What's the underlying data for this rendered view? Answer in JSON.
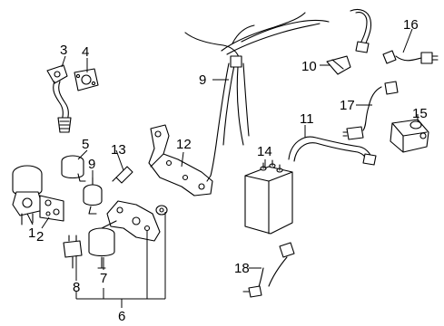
{
  "diagram": {
    "callouts": {
      "c1": "1",
      "c2": "2",
      "c3": "3",
      "c4": "4",
      "c5": "5",
      "c6": "6",
      "c7": "7",
      "c8": "8",
      "c9a": "9",
      "c9b": "9",
      "c10": "10",
      "c11": "11",
      "c12": "12",
      "c13": "13",
      "c14": "14",
      "c15": "15",
      "c16": "16",
      "c17": "17",
      "c18": "18"
    },
    "colors": {
      "line": "#000000",
      "background": "#ffffff"
    }
  }
}
